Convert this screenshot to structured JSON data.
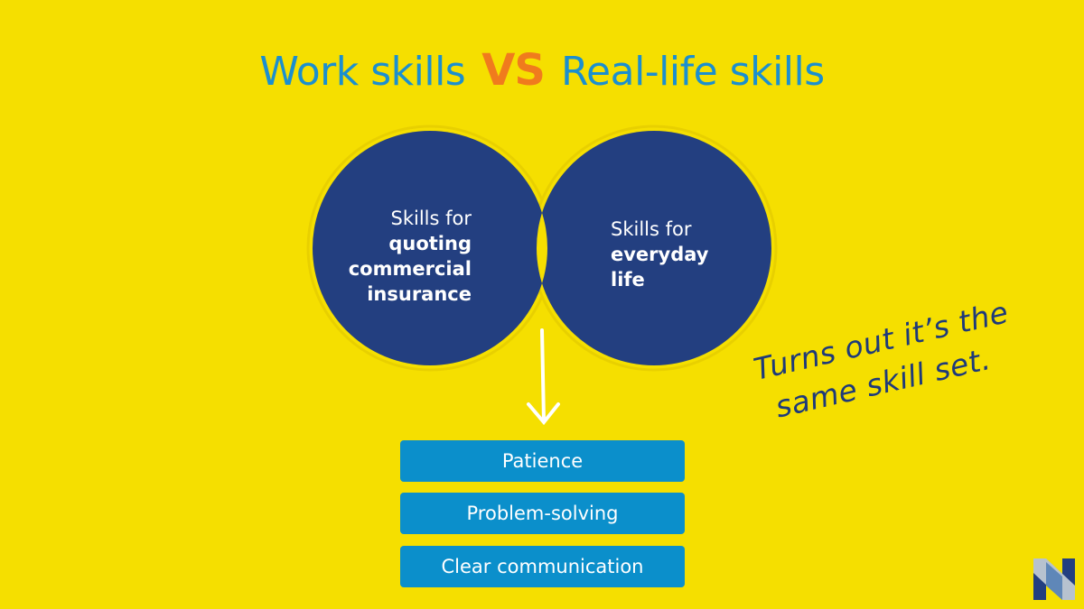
{
  "title": {
    "left": "Work skills",
    "vs": "VS",
    "right": "Real-life skills"
  },
  "left_circle": {
    "line1": "Skills for",
    "bold_lines": [
      "quoting",
      "commercial",
      "insurance"
    ]
  },
  "right_circle": {
    "line1": "Skills for",
    "bold_lines": [
      "everyday",
      "life"
    ]
  },
  "skills": [
    "Patience",
    "Problem-solving",
    "Clear communication"
  ],
  "annotation": {
    "line1": "Turns out it’s the",
    "line2": "same skill set."
  },
  "colors": {
    "background": "#f5df00",
    "circle": "#233f80",
    "overlap": "#0b8fcb",
    "title_blue": "#1b8fcf",
    "vs_orange": "#f07b1d",
    "annotation": "#1e3a7a"
  }
}
